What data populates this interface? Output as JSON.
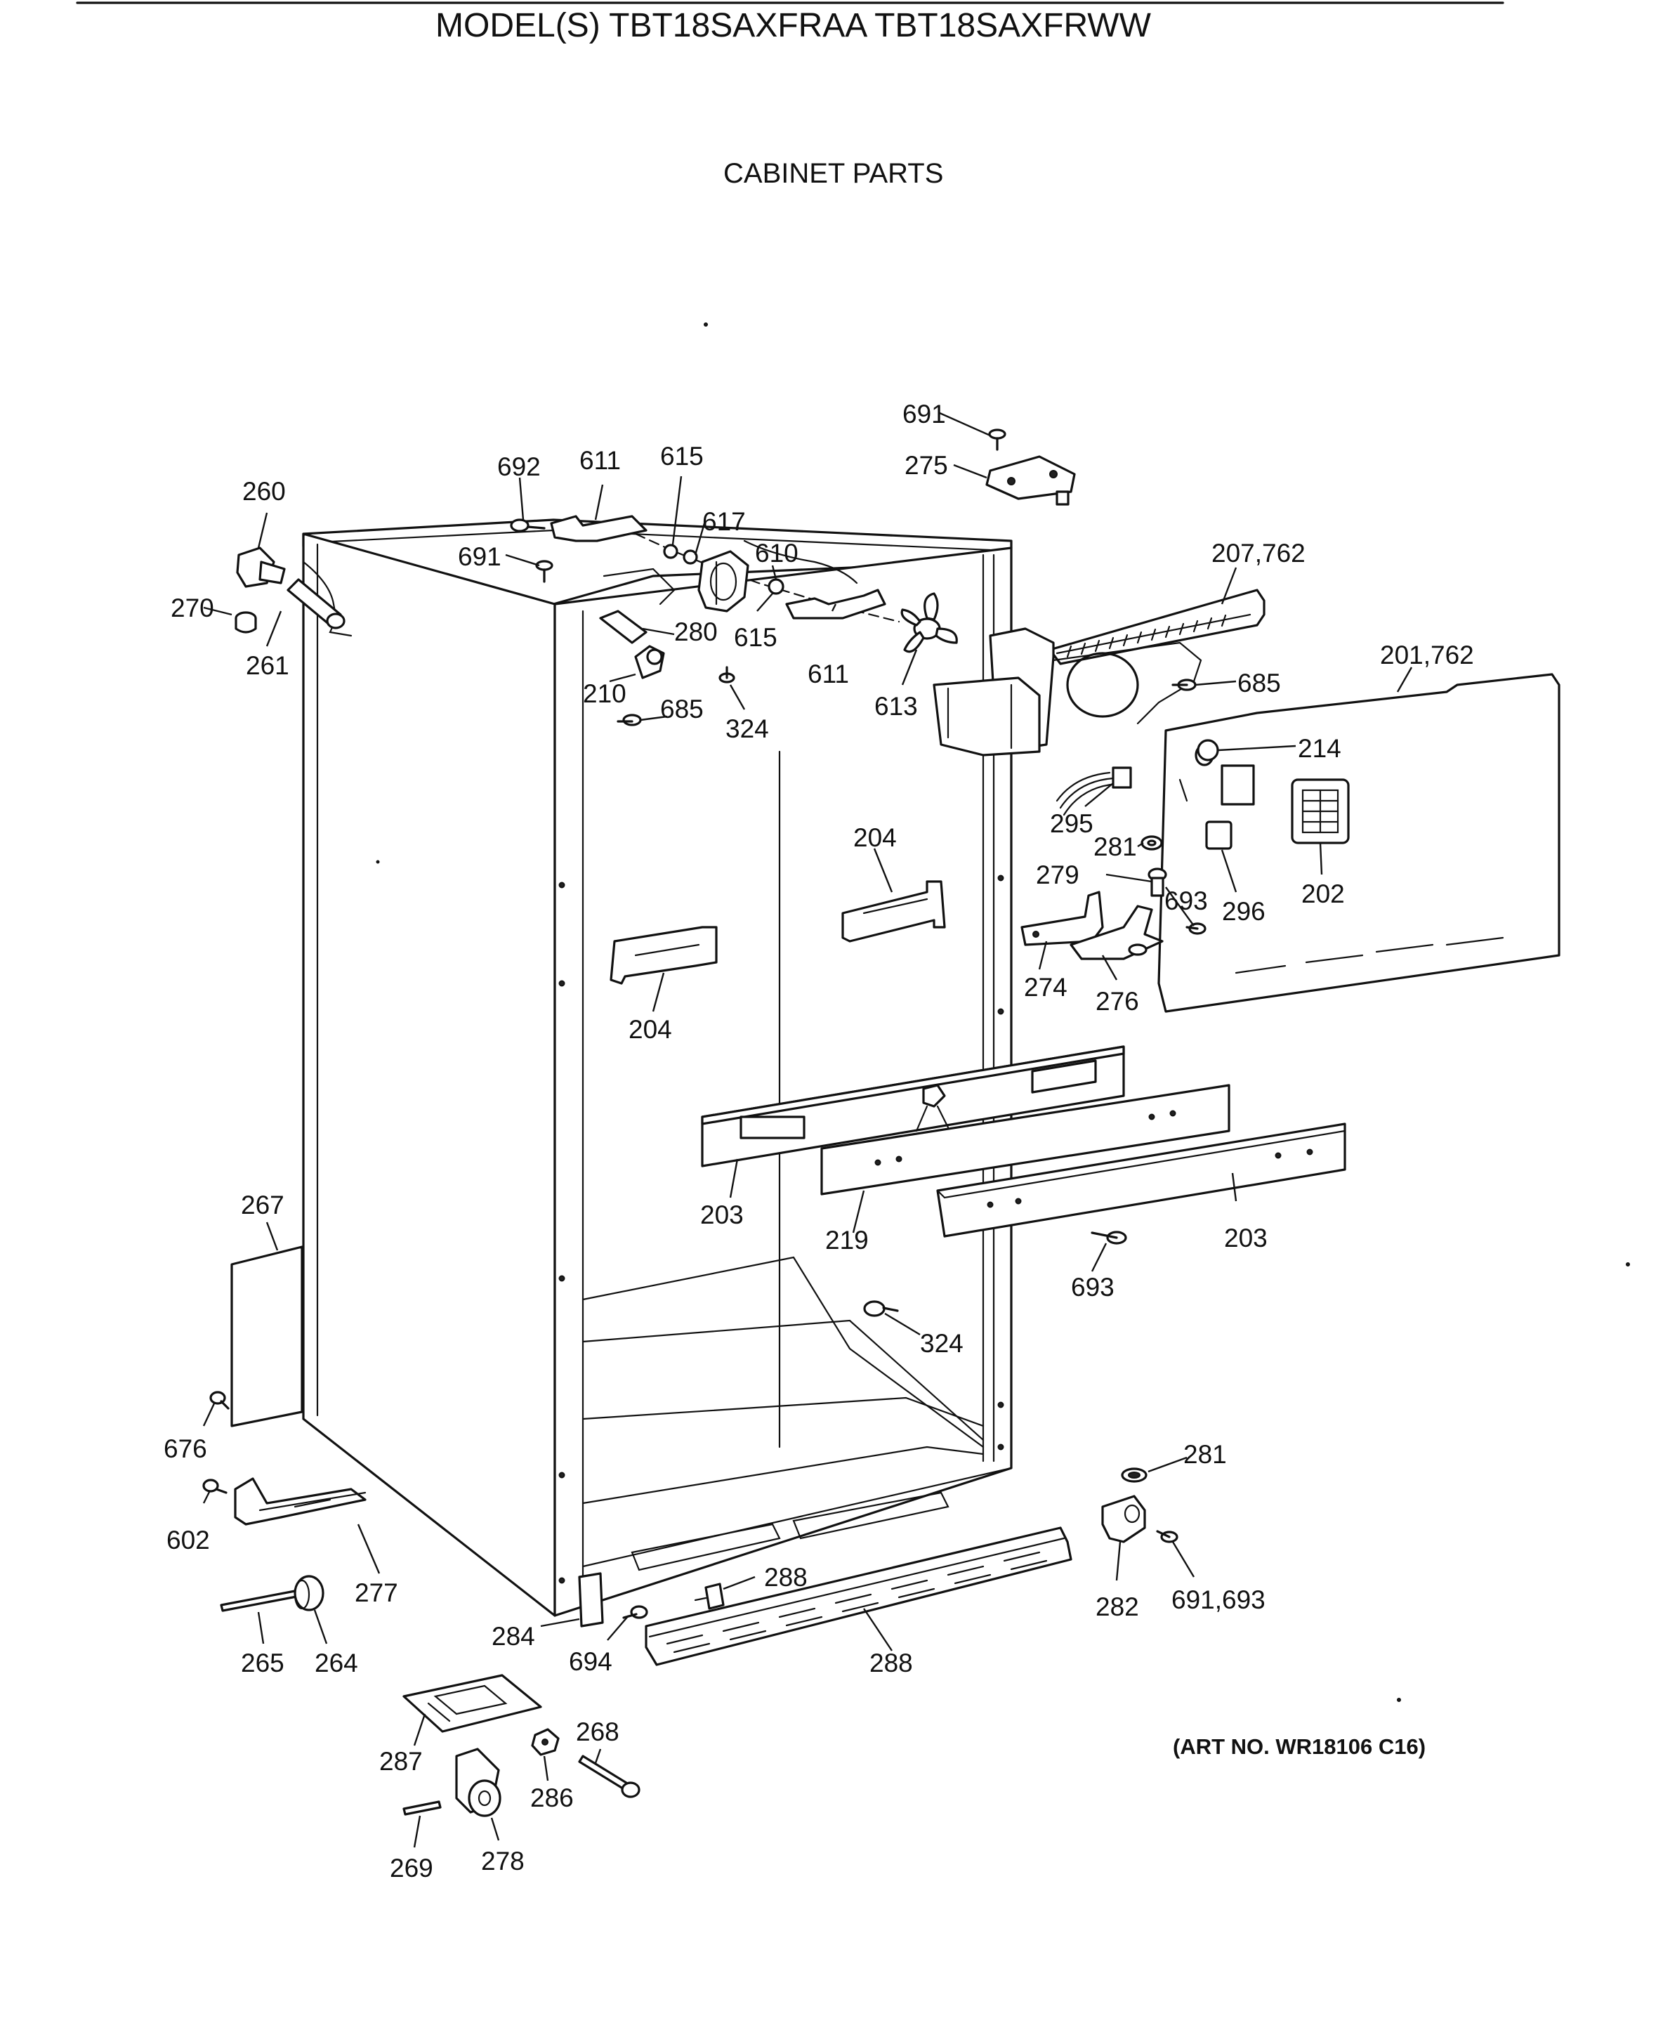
{
  "title": "MODEL(S) TBT18SAXFRAA  TBT18SAXFRWW",
  "subtitle": "CABINET PARTS",
  "art_no": "(ART NO. WR18106 C16)",
  "callouts": [
    {
      "id": "c-691-top",
      "text": "691"
    },
    {
      "id": "c-275",
      "text": "275"
    },
    {
      "id": "c-692",
      "text": "692"
    },
    {
      "id": "c-611-top",
      "text": "611"
    },
    {
      "id": "c-615-top",
      "text": "615"
    },
    {
      "id": "c-617",
      "text": "617"
    },
    {
      "id": "c-691-left",
      "text": "691"
    },
    {
      "id": "c-610",
      "text": "610"
    },
    {
      "id": "c-615-mid",
      "text": "615"
    },
    {
      "id": "c-611-mid",
      "text": "611"
    },
    {
      "id": "c-260",
      "text": "260"
    },
    {
      "id": "c-270",
      "text": "270"
    },
    {
      "id": "c-261",
      "text": "261"
    },
    {
      "id": "c-280",
      "text": "280"
    },
    {
      "id": "c-210",
      "text": "210"
    },
    {
      "id": "c-685-left",
      "text": "685"
    },
    {
      "id": "c-324-top",
      "text": "324"
    },
    {
      "id": "c-613",
      "text": "613"
    },
    {
      "id": "c-207-762",
      "text": "207,762"
    },
    {
      "id": "c-685-right",
      "text": "685"
    },
    {
      "id": "c-201-762",
      "text": "201,762"
    },
    {
      "id": "c-214",
      "text": "214"
    },
    {
      "id": "c-295",
      "text": "295"
    },
    {
      "id": "c-281-mid",
      "text": "281"
    },
    {
      "id": "c-279",
      "text": "279"
    },
    {
      "id": "c-693-mid",
      "text": "693"
    },
    {
      "id": "c-296",
      "text": "296"
    },
    {
      "id": "c-202",
      "text": "202"
    },
    {
      "id": "c-274",
      "text": "274"
    },
    {
      "id": "c-276",
      "text": "276"
    },
    {
      "id": "c-204-right",
      "text": "204"
    },
    {
      "id": "c-204-left",
      "text": "204"
    },
    {
      "id": "c-203-left",
      "text": "203"
    },
    {
      "id": "c-219",
      "text": "219"
    },
    {
      "id": "c-203-right",
      "text": "203"
    },
    {
      "id": "c-693-lower",
      "text": "693"
    },
    {
      "id": "c-267",
      "text": "267"
    },
    {
      "id": "c-324-lower",
      "text": "324"
    },
    {
      "id": "c-676",
      "text": "676"
    },
    {
      "id": "c-281-lower",
      "text": "281"
    },
    {
      "id": "c-602",
      "text": "602"
    },
    {
      "id": "c-277",
      "text": "277"
    },
    {
      "id": "c-288-small",
      "text": "288"
    },
    {
      "id": "c-282",
      "text": "282"
    },
    {
      "id": "c-691-693",
      "text": "691,693"
    },
    {
      "id": "c-284",
      "text": "284"
    },
    {
      "id": "c-265",
      "text": "265"
    },
    {
      "id": "c-264",
      "text": "264"
    },
    {
      "id": "c-694",
      "text": "694"
    },
    {
      "id": "c-288-grille",
      "text": "288"
    },
    {
      "id": "c-268",
      "text": "268"
    },
    {
      "id": "c-287",
      "text": "287"
    },
    {
      "id": "c-286",
      "text": "286"
    },
    {
      "id": "c-269",
      "text": "269"
    },
    {
      "id": "c-278",
      "text": "278"
    }
  ]
}
